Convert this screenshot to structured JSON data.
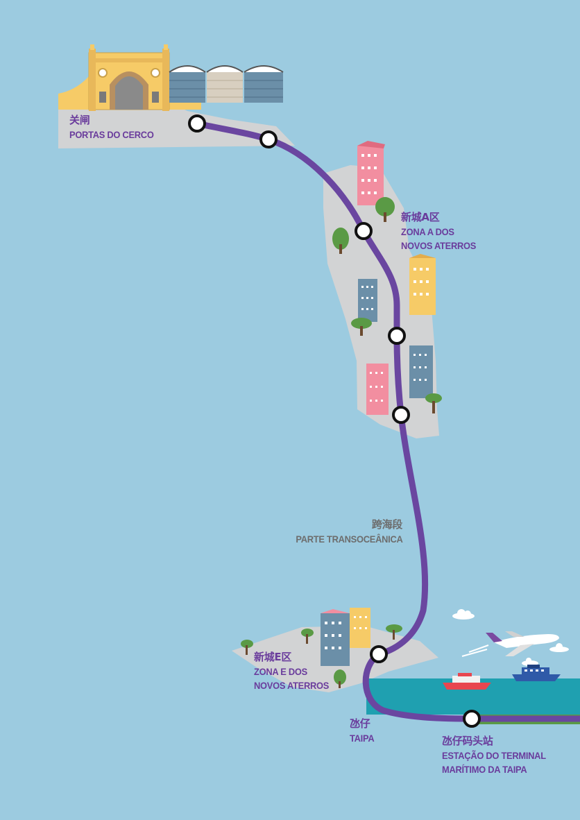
{
  "colors": {
    "sea": "#9ccbe0",
    "land": "#d2d3d4",
    "route": "#6a46a0",
    "label_primary": "#6a3c9c",
    "label_secondary": "#6d6d6d",
    "harbour": "#1fa0b0",
    "shore": "#5a9a45"
  },
  "labels": {
    "portas": {
      "zh": "关闸",
      "pt": "PORTAS DO CERCO"
    },
    "zona_a": {
      "zh": "新城A区",
      "pt1": "ZONA A DOS",
      "pt2": "NOVOS ATERROS"
    },
    "transoceanic": {
      "zh": "跨海段",
      "pt": "PARTE TRANSOCEÂNICA"
    },
    "zona_e": {
      "zh": "新城E区",
      "pt1": "ZONA E DOS",
      "pt2": "NOVOS ATERROS"
    },
    "taipa": {
      "zh": "氹仔",
      "pt": "TAIPA"
    },
    "terminal": {
      "zh": "氹仔码头站",
      "pt1": "ESTAÇÃO DO TERMINAL",
      "pt2": "MARÍTIMO DA TAIPA"
    }
  },
  "stations": [
    {
      "id": "portas-do-cerco"
    },
    {
      "id": "station-2"
    },
    {
      "id": "zona-a-1"
    },
    {
      "id": "zona-a-2"
    },
    {
      "id": "zona-a-3"
    },
    {
      "id": "zona-e"
    },
    {
      "id": "taipa-ferry-terminal"
    }
  ]
}
